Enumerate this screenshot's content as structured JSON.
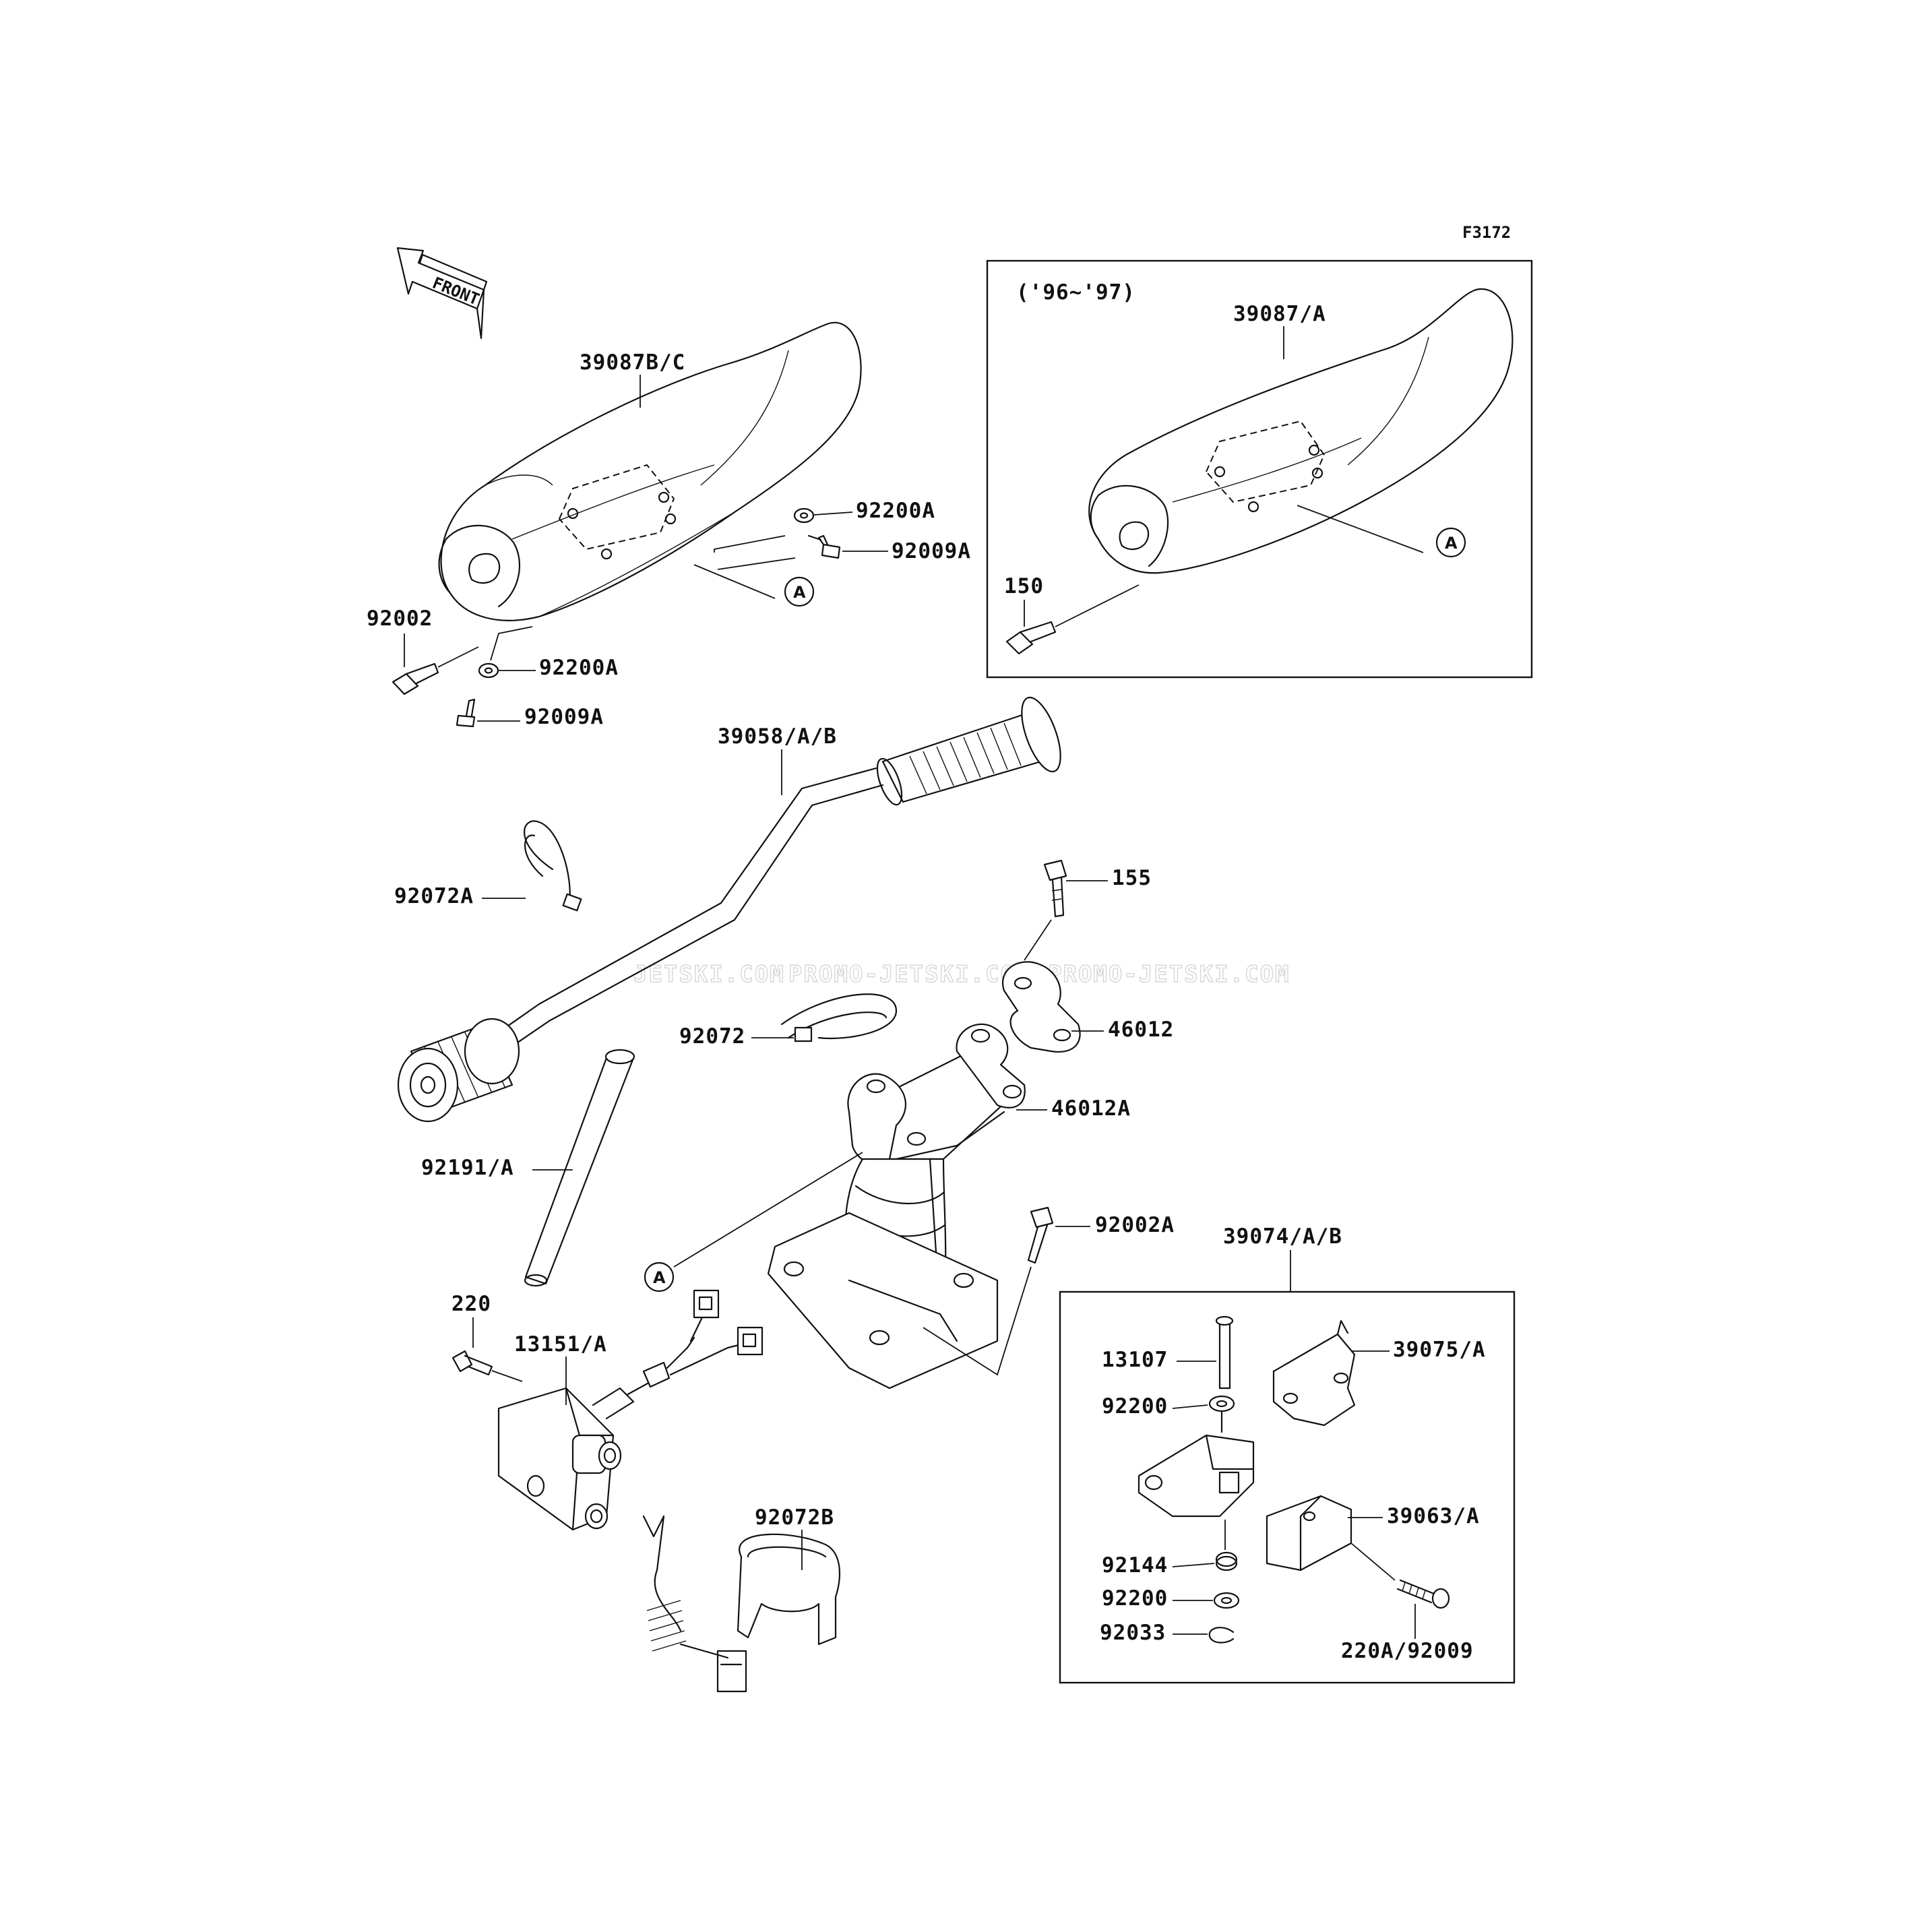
{
  "figure_code": "F3172",
  "front_label": "FRONT",
  "ref_marker": "A",
  "inset_top": {
    "years": "('96~'97)"
  },
  "labels": {
    "p39087bc": "39087B/C",
    "p92200a_1": "92200A",
    "p92009a_1": "92009A",
    "p92002": "92002",
    "p92200a_2": "92200A",
    "p92009a_2": "92009A",
    "p39087a": "39087/A",
    "p150": "150",
    "p39058": "39058/A/B",
    "p92072a": "92072A",
    "p155": "155",
    "p92072": "92072",
    "p46012": "46012",
    "p46012a": "46012A",
    "p92191": "92191/A",
    "p92002a": "92002A",
    "p39074": "39074/A/B",
    "p220": "220",
    "p13151": "13151/A",
    "p13107": "13107",
    "p39075": "39075/A",
    "p92200_1": "92200",
    "p39063": "39063/A",
    "p92072b": "92072B",
    "p92144": "92144",
    "p92200_2": "92200",
    "p92033": "92033",
    "p220a": "220A/92009"
  },
  "watermark": [
    "JETSKI.COM",
    "PROMO-JETSKI.COM",
    "PROMO-JETSKI.COM"
  ]
}
